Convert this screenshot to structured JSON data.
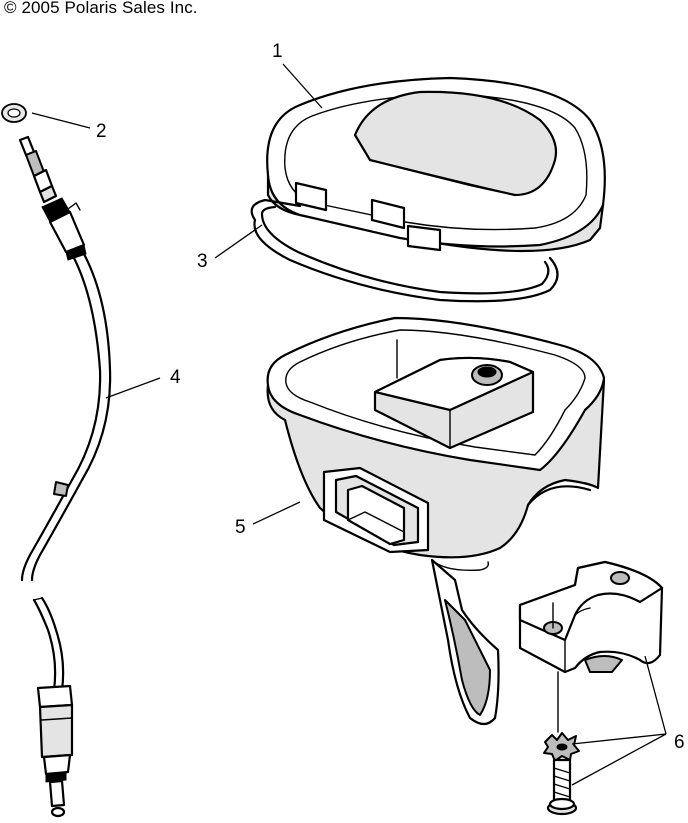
{
  "copyright": "© 2005 Polaris Sales Inc.",
  "callouts": {
    "c1": "1",
    "c2": "2",
    "c3": "3",
    "c4": "4",
    "c5": "5",
    "c6": "6"
  },
  "colors": {
    "line": "#000000",
    "background": "#ffffff",
    "shade": "#bdbdbd"
  }
}
